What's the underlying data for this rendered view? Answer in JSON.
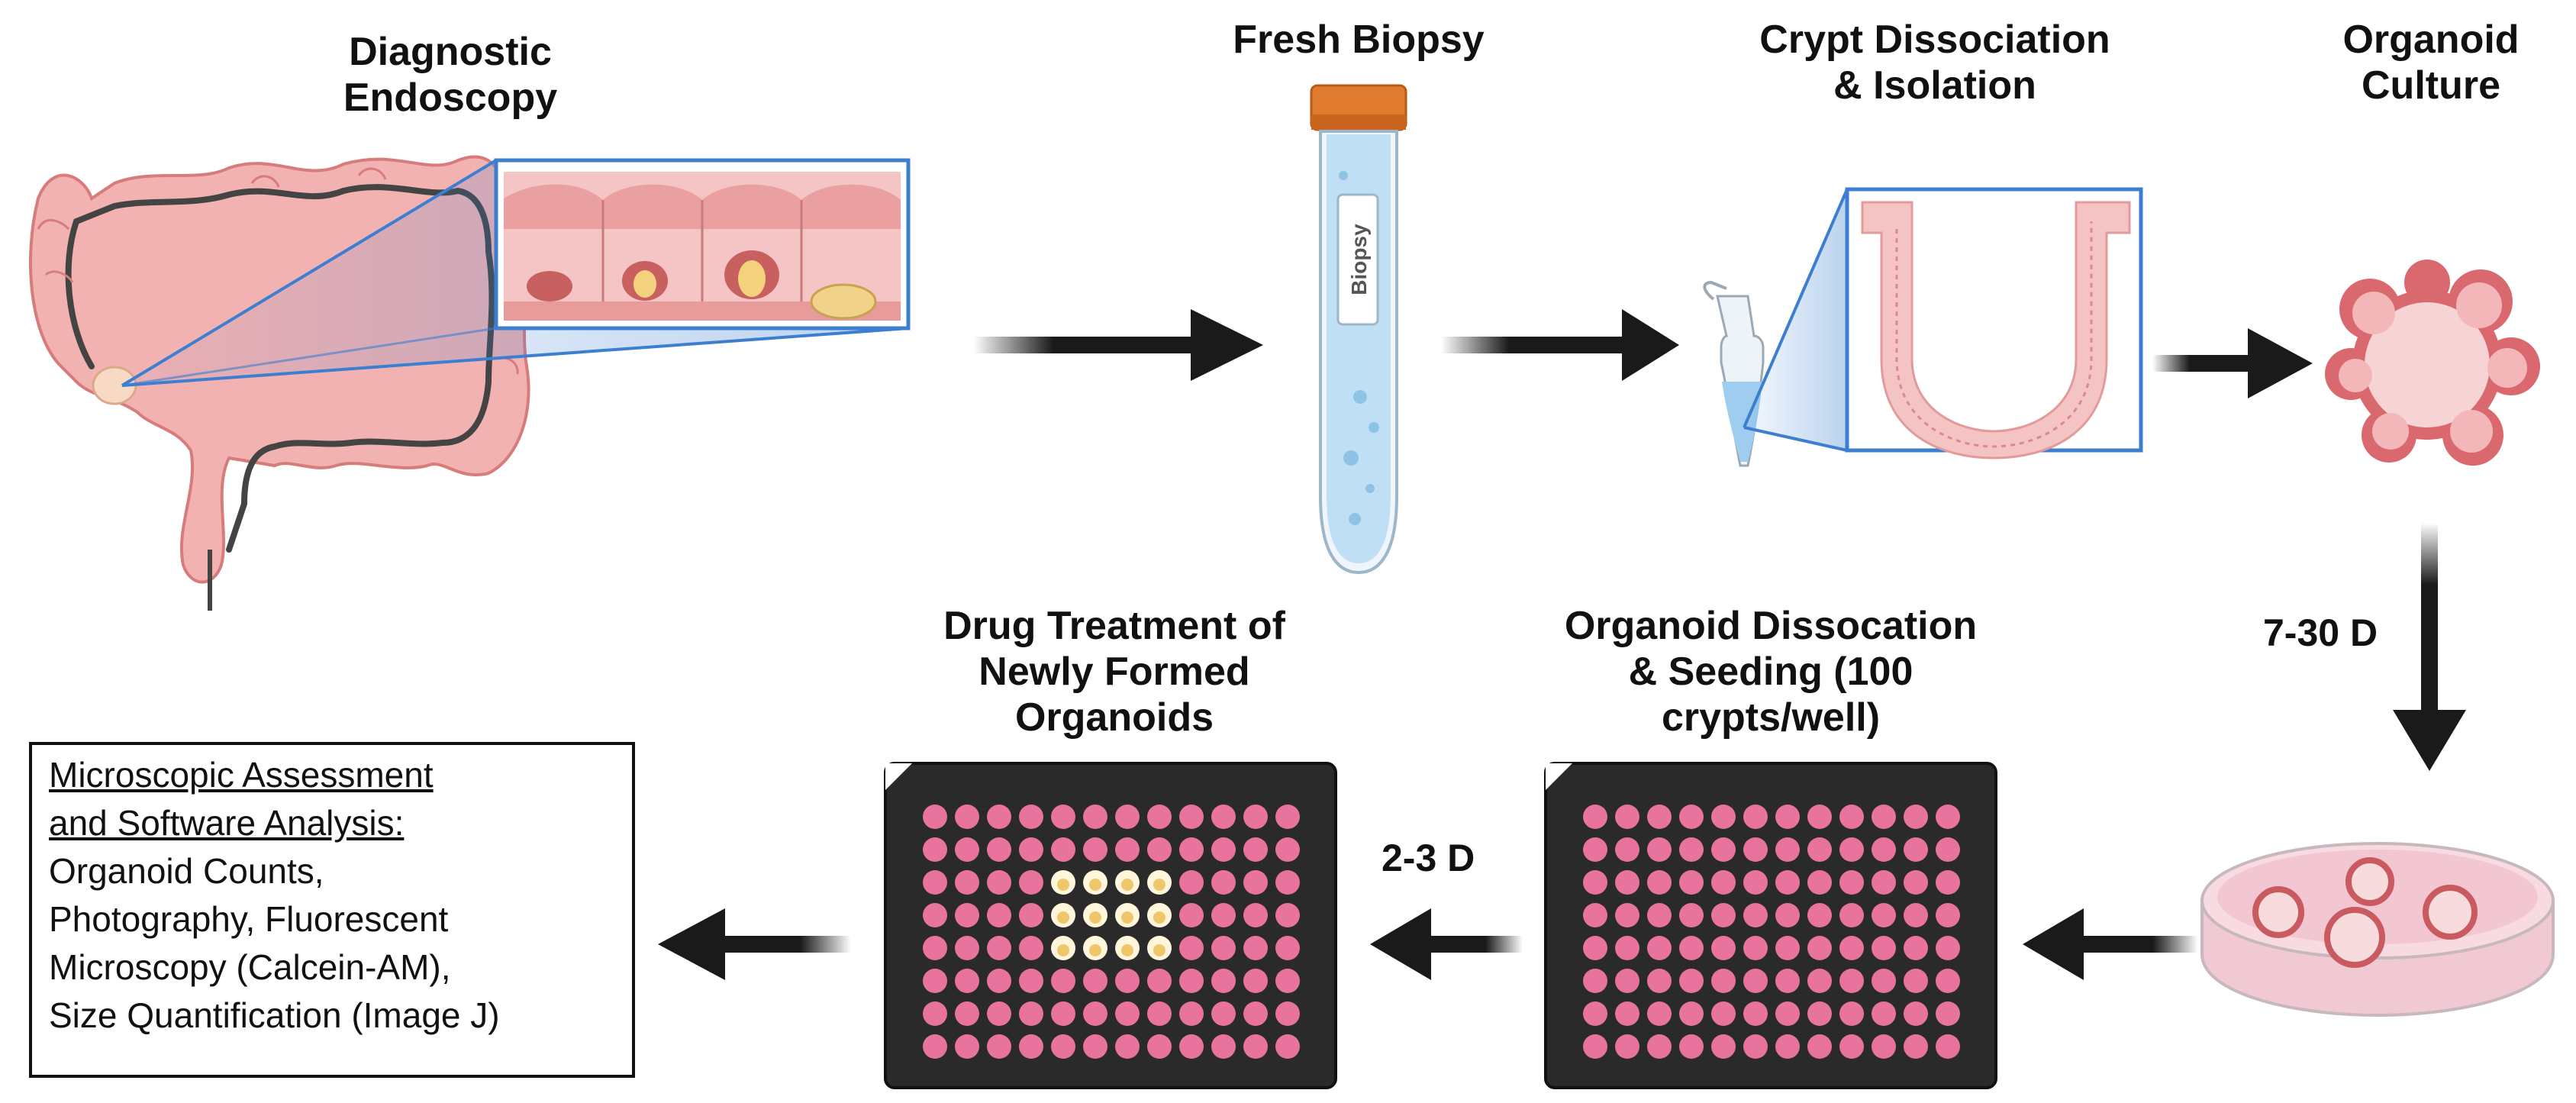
{
  "steps": {
    "endoscopy": {
      "line1": "Diagnostic",
      "line2": "Endoscopy"
    },
    "biopsy": {
      "line1": "Fresh Biopsy",
      "tube_label": "Biopsy"
    },
    "crypt": {
      "line1": "Crypt Dissociation",
      "line2": "& Isolation"
    },
    "culture": {
      "line1": "Organoid",
      "line2": "Culture"
    },
    "seeding": {
      "line1": "Organoid Dissocation",
      "line2": "& Seeding (100",
      "line3": "crypts/well)"
    },
    "drug": {
      "line1": "Drug Treatment of",
      "line2": "Newly Formed",
      "line3": "Organoids"
    }
  },
  "durations": {
    "culture_to_seeding": "7-30 D",
    "seeding_to_drug": "2-3 D"
  },
  "assessment": {
    "heading_line1": "Microscopic Assessment",
    "heading_line2": "and Software Analysis:",
    "lines": [
      "Organoid Counts,",
      "Photography, Fluorescent",
      "Microscopy (Calcein-AM),",
      "Size Quantification (Image J)"
    ]
  },
  "colors": {
    "tissue_pink": "#f0a8a8",
    "tissue_dark": "#c85a5a",
    "zoom_blue": "#3c7fd0",
    "arrow": "#1a1a1a",
    "plate": "#2a2a2a",
    "well_pink": "#e8739c",
    "well_treated": "#fff6dc",
    "tube_cap": "#e07a2e",
    "tube_liquid": "#bfe0f4"
  },
  "plates": {
    "rows": 8,
    "cols": 12,
    "treated_rows": [
      2,
      3,
      4
    ],
    "treated_cols": [
      4,
      5,
      6,
      7
    ]
  }
}
